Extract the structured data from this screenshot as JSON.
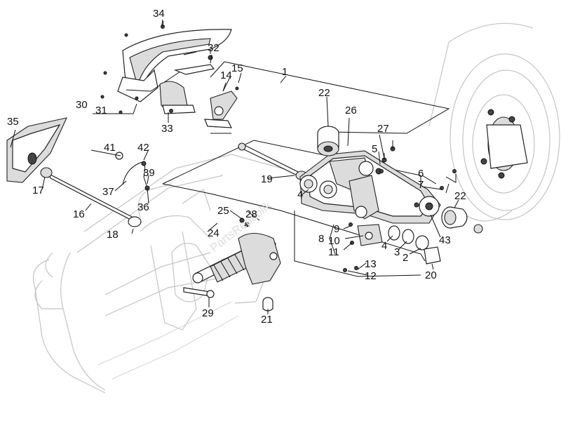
{
  "diagram": {
    "watermark": "PartsRepublik",
    "callouts": [
      {
        "id": "c34",
        "text": "34"
      },
      {
        "id": "c32",
        "text": "32"
      },
      {
        "id": "c15",
        "text": "15"
      },
      {
        "id": "c14",
        "text": "14"
      },
      {
        "id": "c1",
        "text": "1"
      },
      {
        "id": "c30",
        "text": "30"
      },
      {
        "id": "c31",
        "text": "31"
      },
      {
        "id": "c22a",
        "text": "22"
      },
      {
        "id": "c26",
        "text": "26"
      },
      {
        "id": "c35",
        "text": "35"
      },
      {
        "id": "c33",
        "text": "33"
      },
      {
        "id": "c27",
        "text": "27"
      },
      {
        "id": "c41",
        "text": "41"
      },
      {
        "id": "c42",
        "text": "42"
      },
      {
        "id": "c5",
        "text": "5"
      },
      {
        "id": "c39",
        "text": "39"
      },
      {
        "id": "c19",
        "text": "19"
      },
      {
        "id": "c6",
        "text": "6"
      },
      {
        "id": "c7",
        "text": "7"
      },
      {
        "id": "c17",
        "text": "17"
      },
      {
        "id": "c4a",
        "text": "4"
      },
      {
        "id": "c22b",
        "text": "22"
      },
      {
        "id": "c37",
        "text": "37"
      },
      {
        "id": "c36",
        "text": "36"
      },
      {
        "id": "c16",
        "text": "16"
      },
      {
        "id": "c25",
        "text": "25"
      },
      {
        "id": "c28",
        "text": "28"
      },
      {
        "id": "c9",
        "text": "9"
      },
      {
        "id": "c18",
        "text": "18"
      },
      {
        "id": "c8",
        "text": "8"
      },
      {
        "id": "c24",
        "text": "24"
      },
      {
        "id": "c10",
        "text": "10"
      },
      {
        "id": "c43",
        "text": "43"
      },
      {
        "id": "c4b",
        "text": "4"
      },
      {
        "id": "c11",
        "text": "11"
      },
      {
        "id": "c3",
        "text": "3"
      },
      {
        "id": "c2",
        "text": "2"
      },
      {
        "id": "c13",
        "text": "13"
      },
      {
        "id": "c12",
        "text": "12"
      },
      {
        "id": "c20",
        "text": "20"
      },
      {
        "id": "c29",
        "text": "29"
      },
      {
        "id": "c21",
        "text": "21"
      }
    ]
  }
}
